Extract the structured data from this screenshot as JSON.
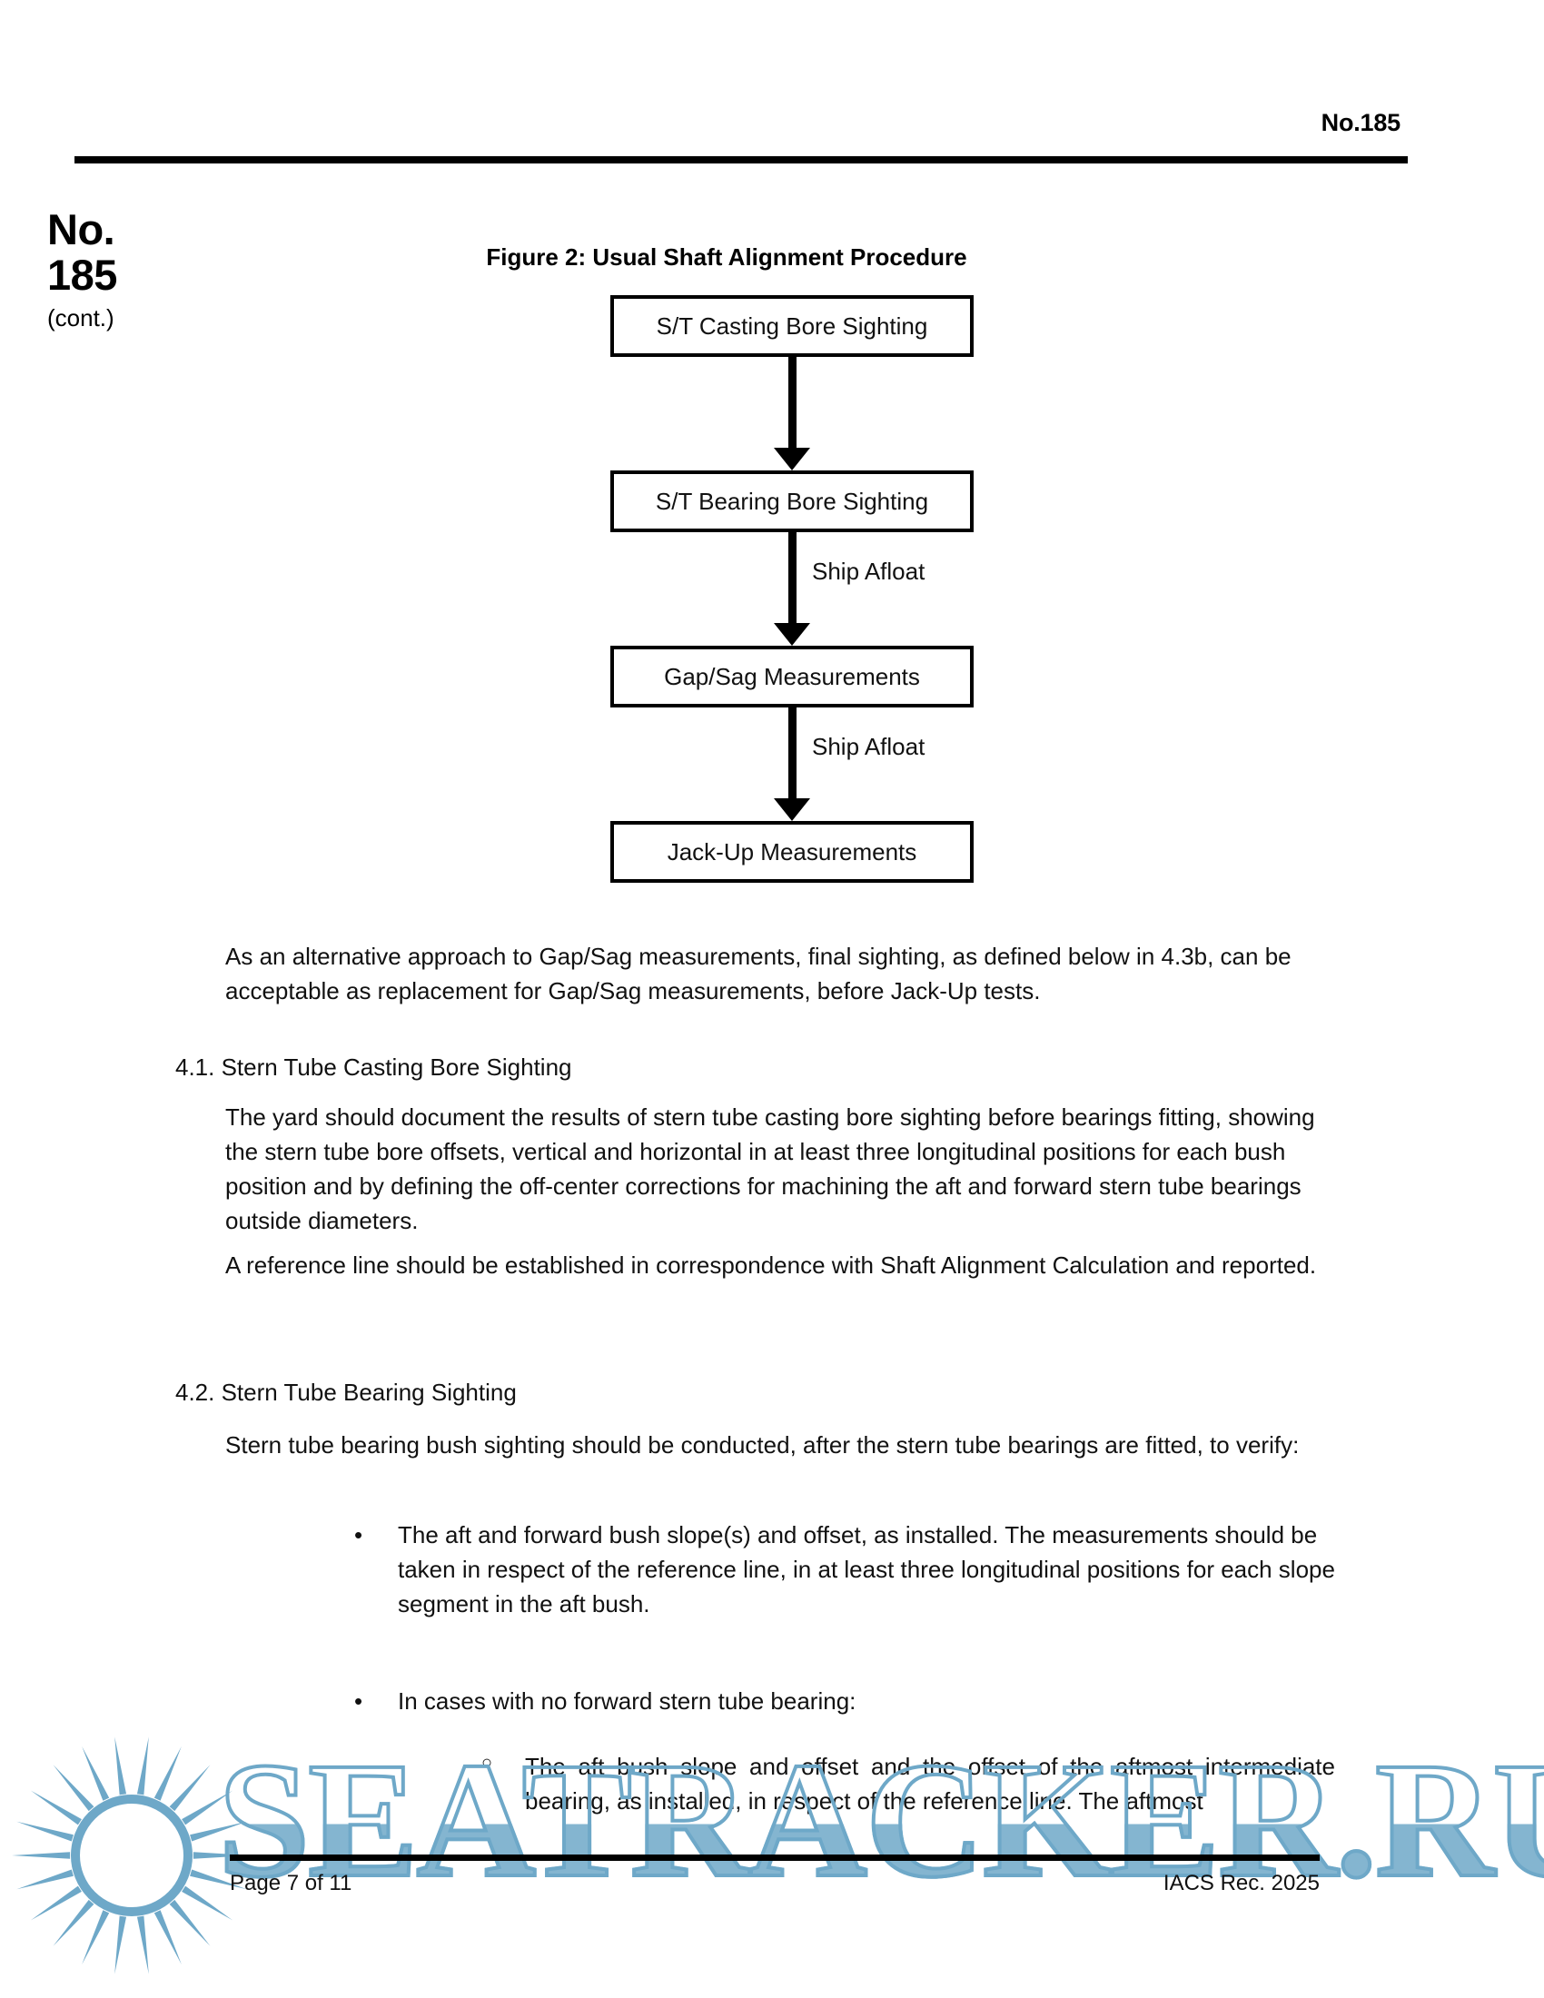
{
  "header": {
    "doc_number": "No.185"
  },
  "margin": {
    "line1": "No.",
    "line2": "185",
    "cont": "(cont.)"
  },
  "figure": {
    "caption": "Figure 2: Usual Shaft Alignment Procedure",
    "boxes": [
      {
        "label": "S/T Casting Bore Sighting"
      },
      {
        "label": "S/T Bearing Bore Sighting"
      },
      {
        "label": "Gap/Sag Measurements"
      },
      {
        "label": "Jack-Up Measurements"
      }
    ],
    "arrow_labels": [
      "",
      "Ship Afloat",
      "Ship Afloat"
    ]
  },
  "body": {
    "alt_paragraph": "As an alternative approach to Gap/Sag measurements, final sighting, as defined below in 4.3b, can be acceptable as replacement for Gap/Sag measurements, before Jack-Up tests.",
    "section_41_heading": "4.1. Stern Tube Casting Bore Sighting",
    "section_41_para1": "The yard should document the results of stern tube casting bore sighting before bearings fitting, showing the stern tube bore offsets, vertical and horizontal in at least three longitudinal positions for each bush position and by defining the off-center corrections for machining the aft and forward stern tube bearings outside diameters.",
    "section_41_para2": "A reference line should be established in correspondence with Shaft Alignment Calculation and reported.",
    "section_42_heading": "4.2. Stern Tube Bearing Sighting",
    "section_42_para1": "Stern tube bearing bush sighting should be conducted, after the stern tube bearings are fitted, to verify:",
    "bullets": [
      {
        "marker": "•",
        "text": "The aft and forward bush slope(s) and offset, as installed. The measurements should be taken in respect of the reference line, in at least three longitudinal positions for each slope segment in the aft bush."
      },
      {
        "marker": "•",
        "text": "In cases with no forward stern tube bearing:"
      },
      {
        "marker": "○",
        "text": "The aft bush slope and offset and the offset of the aftmost intermediate bearing, as installed, in respect of the reference line. The aftmost"
      }
    ]
  },
  "footer": {
    "page_label": "Page 7 of 11",
    "source_label": "IACS Rec. 2025"
  },
  "watermark": {
    "text": "SEATRACKER.RU",
    "color": "#6ea8c8"
  }
}
